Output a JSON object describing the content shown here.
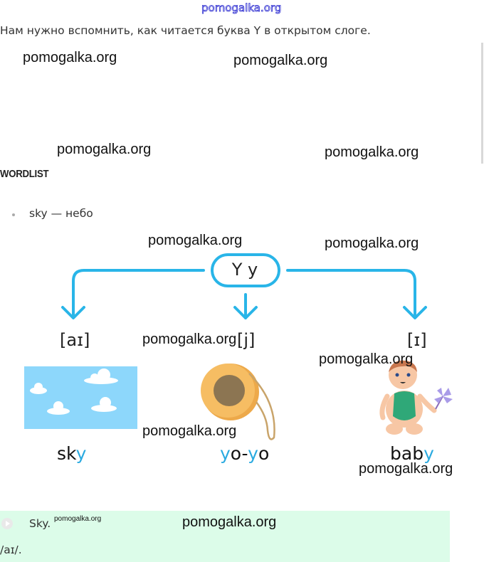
{
  "header": {
    "watermark_logo": "pomogalka.org"
  },
  "intro_text": "Нам нужно вспомнить, как читается буква Y в открытом слоге.",
  "watermarks": [
    "pomogalka.org",
    "pomogalka.org",
    "pomogalka.org",
    "pomogalka.org",
    "pomogalka.org",
    "pomogalka.org",
    "pomogalka.org",
    "pomogalka.org",
    "pomogalka.org",
    "pomogalka.org",
    "pomogalka.org"
  ],
  "wordlist": {
    "title": "WORDLIST",
    "items": [
      "sky — небо"
    ]
  },
  "diagram": {
    "letter": "Y y",
    "accent_color": "#29b5e8",
    "branches": [
      {
        "sound": "[aɪ]",
        "word_pre": "sk",
        "word_hl": "y",
        "word_post": "",
        "mid_hl": "",
        "mid_post": "",
        "picture": "sky-with-clouds"
      },
      {
        "sound": "[j]",
        "word_pre": "",
        "word_hl": "y",
        "word_post": "o-",
        "mid_hl": "y",
        "mid_post": "o",
        "picture": "yo-yo"
      },
      {
        "sound": "[ɪ]",
        "word_pre": "bab",
        "word_hl": "y",
        "word_post": "",
        "mid_hl": "",
        "mid_post": "",
        "picture": "baby"
      }
    ]
  },
  "answer": {
    "play_icon": "play-icon",
    "word": "Sky.",
    "small_watermark": "pomogalka.org",
    "transcription": "/aɪ/."
  }
}
